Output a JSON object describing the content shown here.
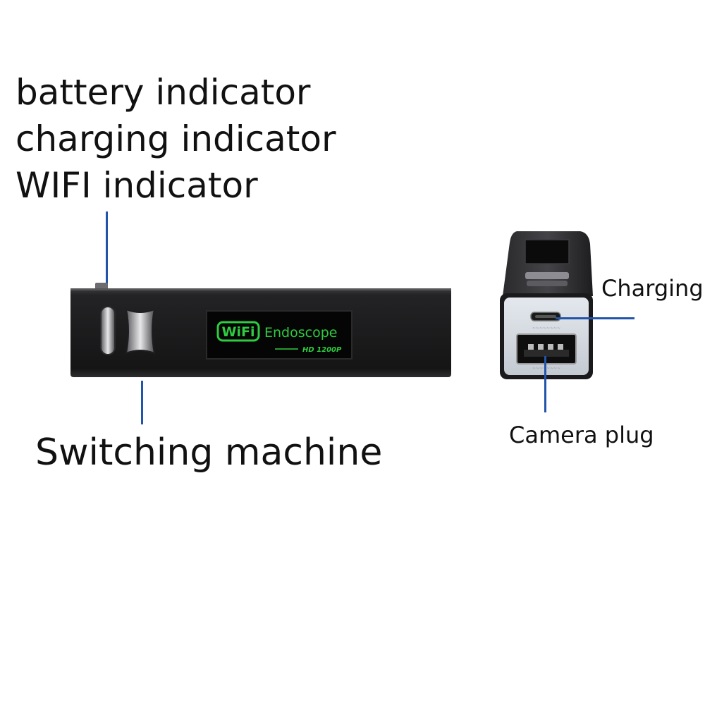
{
  "labels": {
    "top": [
      "battery indicator",
      "charging indicator",
      "WIFI indicator"
    ],
    "switching": "Switching machine",
    "charging": "Charging",
    "camera_plug": "Camera plug"
  },
  "device": {
    "badge_text": "WiFi",
    "screen_title": "Endoscope",
    "screen_subtitle": "HD 1200P"
  },
  "colors": {
    "leader_line": "#2255aa",
    "screen_text": "#2ecc40",
    "device_body": "#1c1c1e"
  }
}
